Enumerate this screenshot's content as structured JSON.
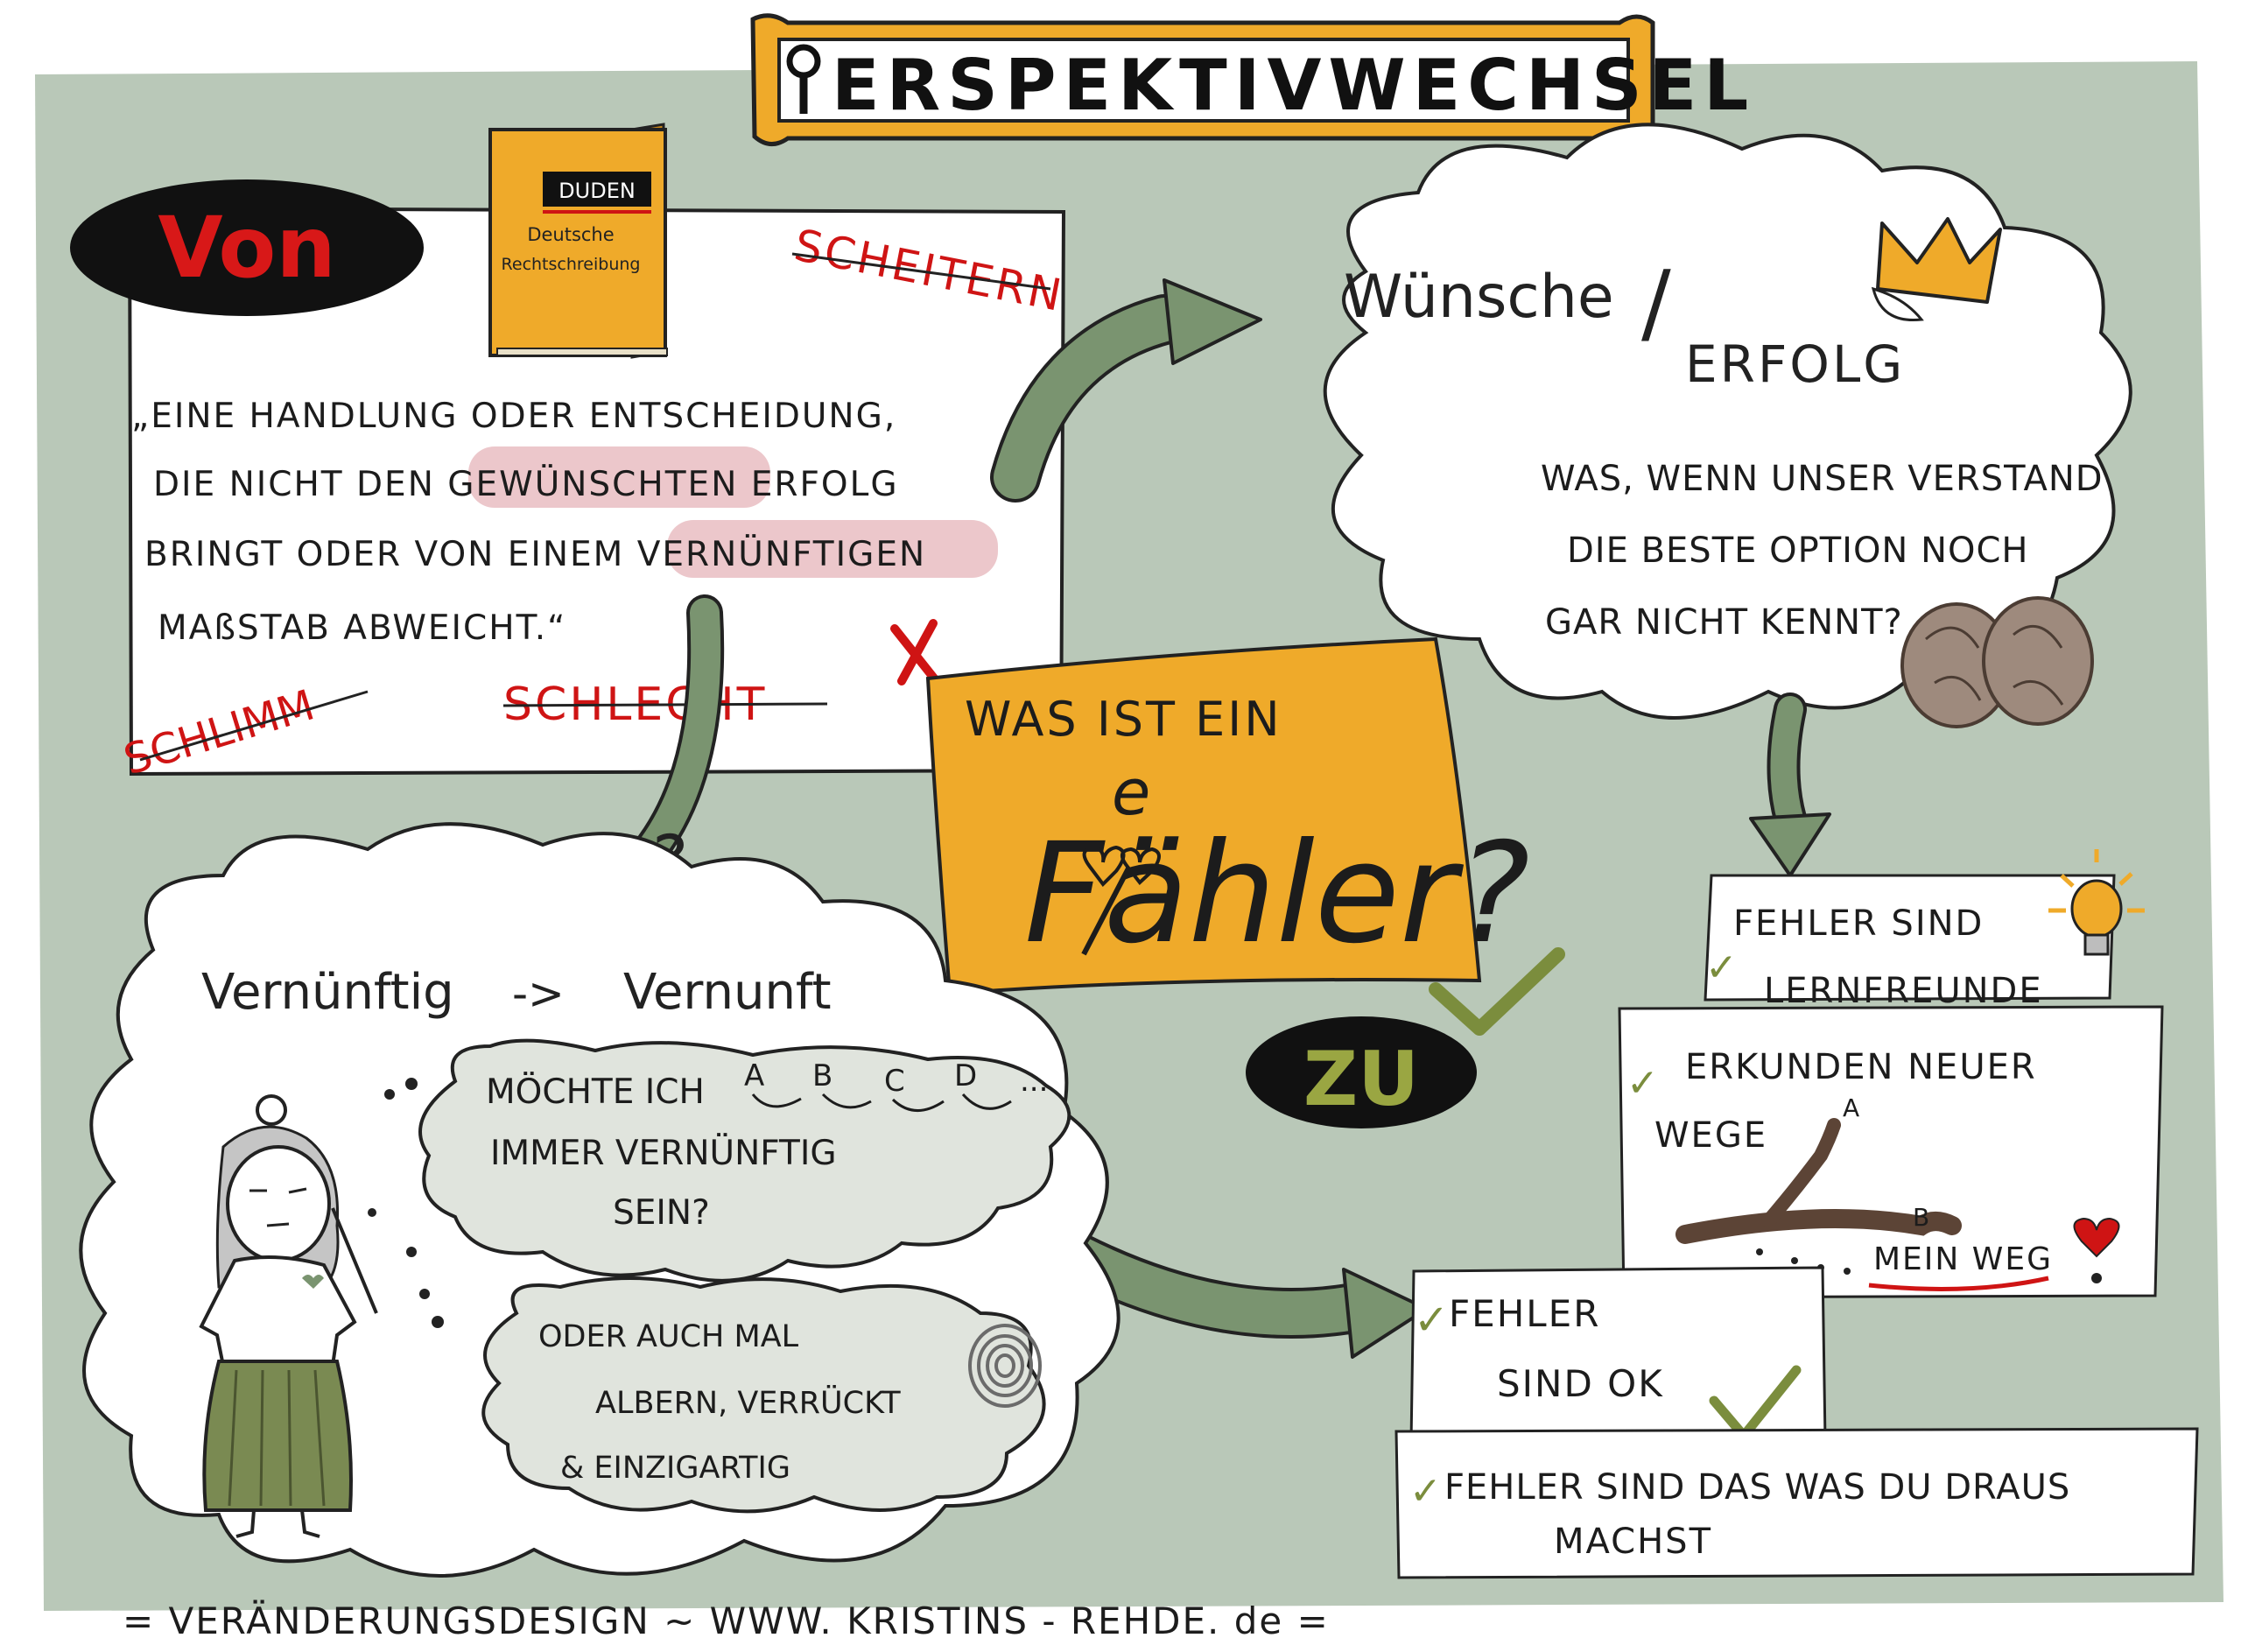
{
  "title": "ERSPEKTIVWECHSEL",
  "title_icon": "magnifier-icon",
  "von_label": "Von",
  "zu_label": "ZU",
  "book": {
    "brand": "DUDEN",
    "line1": "Deutsche",
    "line2": "Rechtschreibung"
  },
  "definition_lines": [
    "„EINE HANDLUNG ODER  ENTSCHEIDUNG,",
    "DIE NICHT DEN GEWÜNSCHTEN ERFOLG",
    "BRINGT ODER VON EINEM VERNÜNFTIGEN",
    "MAßSTAB  ABWEICHT.“"
  ],
  "red_words": {
    "scheitern": "SCHEITERN",
    "schlimm": "SCHLIMM",
    "schlecht": "SCHLECHT"
  },
  "center": {
    "line1": "WAS IST EIN",
    "small": "e",
    "word": "Fähler?"
  },
  "wishes_cloud": {
    "heading1": "Wünsche",
    "slash": "/",
    "heading2": "ERFOLG",
    "lines": [
      "WAS, WENN UNSER VERSTAND",
      "DIE BESTE OPTION NOCH",
      "GAR NICHT KENNT?"
    ]
  },
  "reason_cloud": {
    "left": "Vernünftig",
    "arrow": "->",
    "right": "Vernunft",
    "question_mark": "?",
    "thought1": {
      "line1": "MÖCHTE ICH",
      "steps": [
        "A",
        "B",
        "C",
        "D",
        "..."
      ],
      "line2": "IMMER VERNÜNFTIG",
      "line3": "SEIN?"
    },
    "thought2": [
      "ODER AUCH MAL",
      "ALBERN, VERRÜCKT",
      "& EINZIGARTIG"
    ]
  },
  "notes": {
    "note1": [
      "FEHLER SIND",
      "LERNFREUNDE"
    ],
    "note2": {
      "line1": "ERKUNDEN NEUER",
      "line2": "WEGE",
      "label_a": "A",
      "label_b": "B",
      "path_label": "MEIN WEG"
    },
    "note3": [
      "FEHLER",
      "SIND  OK"
    ],
    "note4": [
      "FEHLER SIND DAS WAS DU DRAUS",
      "MACHST"
    ],
    "checkmark": "✓"
  },
  "footer": "= VERÄNDERUNGSDESIGN  ~ WWW. KRISTINS - REHDE. de =",
  "colors": {
    "background": "#b9c8b8",
    "accent_yellow": "#efaa2a",
    "arrow_green": "#7a9470",
    "highlight_red": "#cf1414",
    "pale_pink": "#e5b4ba",
    "checkmark_olive": "#7b8d3d"
  }
}
